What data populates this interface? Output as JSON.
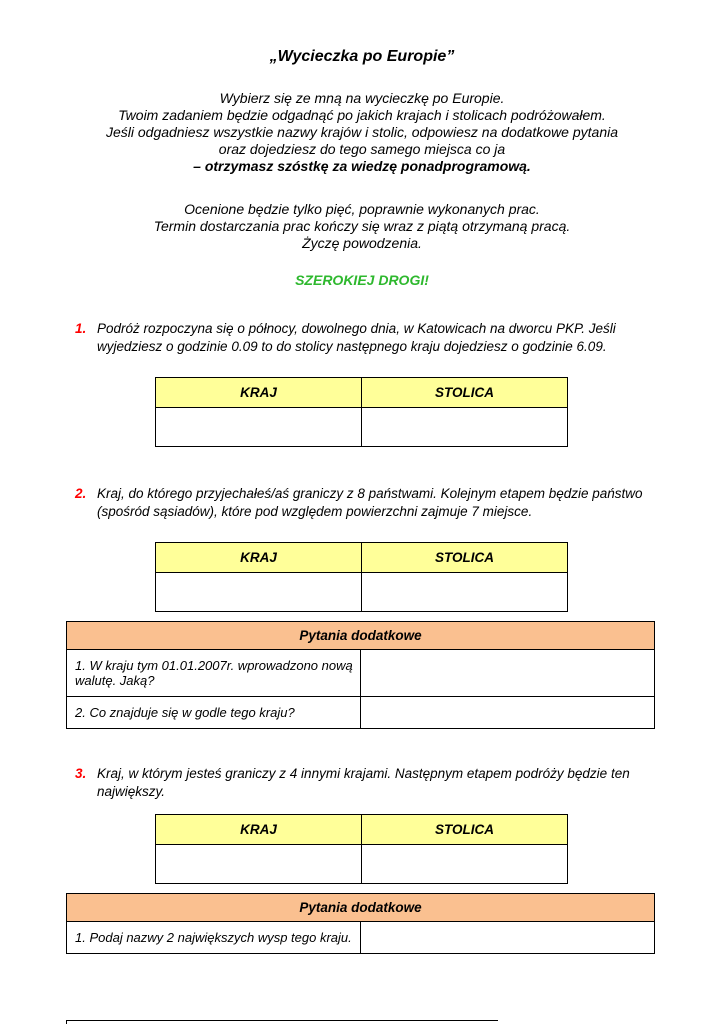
{
  "page": {
    "title": "„Wycieczka po Europie”",
    "intro_lines": [
      "Wybierz się ze mną na wycieczkę po Europie.",
      "Twoim zadaniem będzie odgadnąć po jakich krajach i stolicach podróżowałem.",
      "Jeśli odgadniesz wszystkie nazwy krajów i stolic, odpowiesz na dodatkowe pytania",
      "oraz dojedziesz do tego samego miejsca co ja",
      "– otrzymasz szóstkę za wiedzę ponadprogramową."
    ],
    "rules_lines": [
      "Ocenione będzie tylko pięć, poprawnie wykonanych prac.",
      "Termin dostarczania prac kończy się wraz z piątą otrzymaną pracą.",
      "Życzę powodzenia."
    ],
    "slogan": "SZEROKIEJ DROGI!"
  },
  "colors": {
    "task_number_red": "#FF0000",
    "slogan_green": "#2EB82E",
    "answer_table_header_yellow": "#FFFF99",
    "extra_table_header_orange": "#FAC090"
  },
  "tasks": [
    {
      "number": "1.",
      "text": "Podróż rozpoczyna się o północy, dowolnego dnia, w Katowicach na dworcu PKP. Jeśli wyjedziesz o godzinie 0.09 to do stolicy następnego kraju dojedziesz o godzinie 6.09.",
      "table": {
        "col1": "KRAJ",
        "col2": "STOLICA"
      }
    },
    {
      "number": "2.",
      "text": "Kraj, do którego przyjechałeś/aś graniczy z 8 państwami. Kolejnym etapem będzie państwo (spośród sąsiadów), które pod względem powierzchni zajmuje 7 miejsce.",
      "table": {
        "col1": "KRAJ",
        "col2": "STOLICA"
      },
      "extra": {
        "header": "Pytania dodatkowe",
        "questions": [
          "1. W kraju tym 01.01.2007r. wprowadzono nową walutę. Jaką?",
          "2. Co znajduje się w godle tego kraju?"
        ]
      }
    },
    {
      "number": "3.",
      "text": "Kraj, w którym jesteś graniczy z 4 innymi krajami. Następnym etapem podróży będzie ten największy.",
      "table": {
        "col1": "KRAJ",
        "col2": "STOLICA"
      },
      "extra": {
        "header": "Pytania dodatkowe",
        "questions": [
          "1. Podaj nazwy 2 największych wysp tego kraju."
        ]
      }
    }
  ]
}
